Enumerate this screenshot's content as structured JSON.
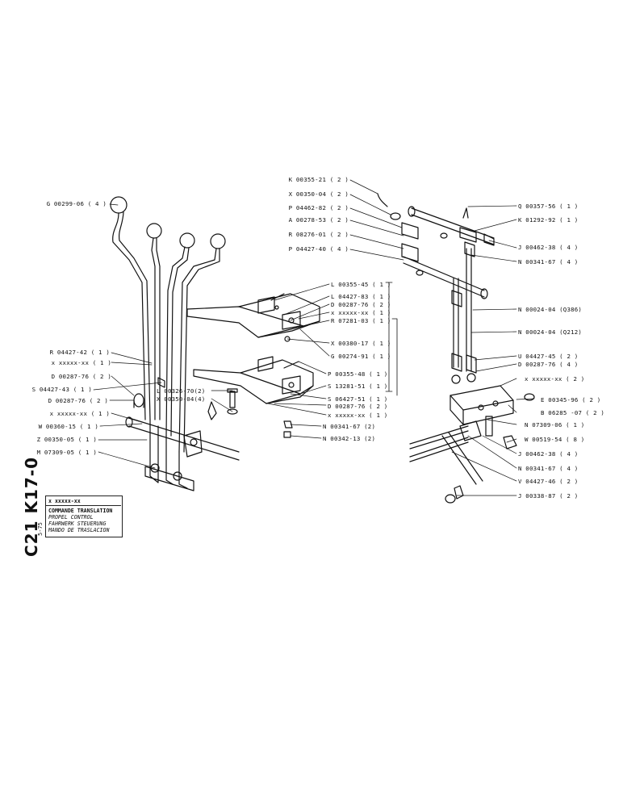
{
  "title_block": {
    "code": "C21 K17-0",
    "date": "5-75",
    "ref": "x xxxxx-xx",
    "titles": [
      "COMMANDE TRANSLATION",
      "PROPEL CONTROL",
      "FAHRWERK STEUERUNG",
      "MANDO DE TRASLACION"
    ]
  },
  "labels_left": [
    "G 00299-06 ( 4 )",
    "R 04427-42 ( 1 )",
    "x xxxxx-xx ( 1 )",
    "D 00287-76 ( 2 )",
    "S 04427-43 ( 1 )",
    "D 00287-76 ( 2 )",
    "x xxxxx-xx ( 1 )",
    "W 00360-15 ( 1 )",
    "Z 00350-05 ( 1 )",
    "M 07309-05 ( 1 )"
  ],
  "labels_center": [
    "L 00355-45 ( 1 )",
    "L 04427-83 ( 1 )",
    "D 00287-76 ( 2 )",
    "x xxxxx-xx ( 1 )",
    "R 07281-03 ( 1 )",
    "X 00380-17 ( 1 )",
    "G 00274-91 ( 1 )",
    "P 00355-48 ( 1 )",
    "S 13281-51 ( 1 )",
    "S 06427-51 ( 1 )",
    "D 00287-76 ( 2 )",
    "x xxxxx-xx ( 1 )",
    "L 00326-70(2)",
    "X 00350-04(4)",
    "N 00341-67 (2)",
    "N 00342-13 (2)"
  ],
  "labels_upper": [
    "K 00355-21 ( 2 )",
    "X 00350-04 ( 2 )",
    "P 04462-82 ( 2 )",
    "A 00278-53 ( 2 )",
    "R 08276-01 ( 2 )",
    "P 04427-40 ( 4 )"
  ],
  "labels_right": [
    "Q 00357-56 ( 1 )",
    "K 01292-92 ( 1 )",
    "J 00462-38 ( 4 )",
    "N 00341-67 ( 4 )",
    "N 00024-04 (Q386)",
    "N 00024-04 (Q212)",
    "U 04427-45 ( 2 )",
    "D 00287-76 ( 4 )",
    "x xxxxx-xx ( 2 )",
    "E 00345-96 ( 2 )",
    "B 06285 -07 ( 2 )",
    "N 07309-06 ( 1 )",
    "W 00519-54 ( 8 )",
    "J 00462-38 ( 4 )",
    "N 00341-67 ( 4 )",
    "V 04427-46 ( 2 )",
    "J 00338-87 ( 2 )"
  ]
}
